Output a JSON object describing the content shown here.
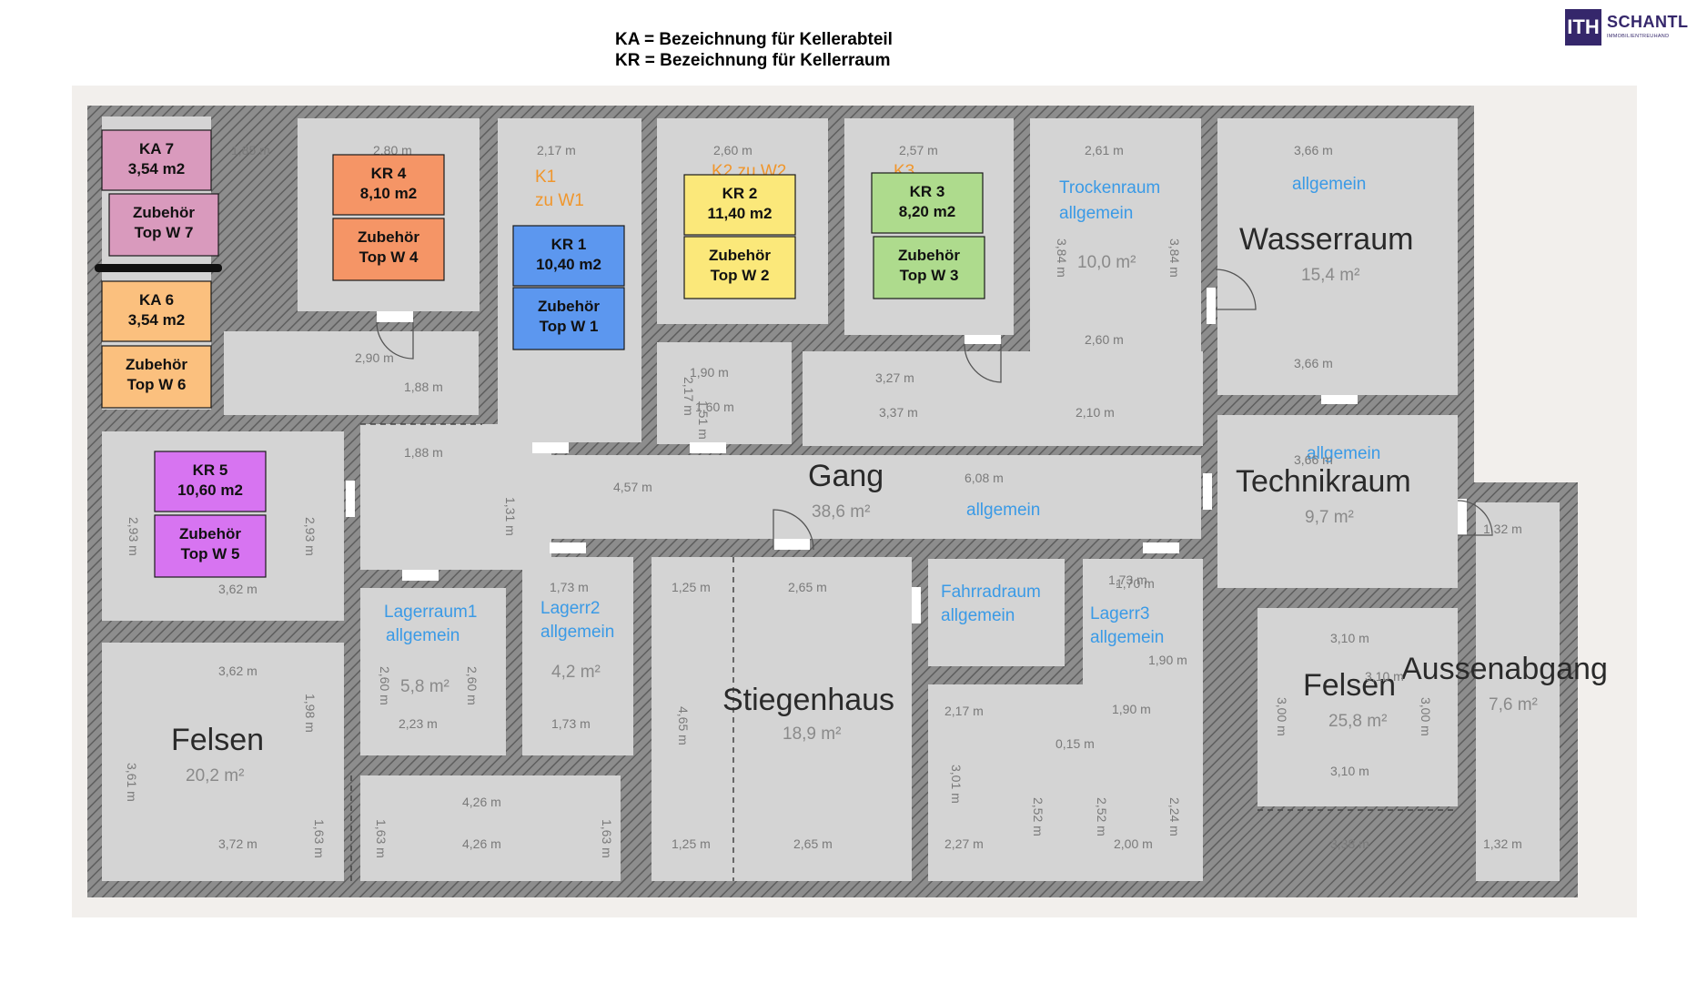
{
  "legend": {
    "line1": "KA =  Bezeichnung für Kellerabteil",
    "line2": "KR = Bezeichnung für Kellerraum"
  },
  "logo": {
    "mark": "ITH",
    "name": "SCHANTL",
    "sub": "IMMOBILIENTREUHAND"
  },
  "colors": {
    "pink": "#d99abd",
    "orange": "#f59566",
    "apricot": "#fbc07e",
    "blue": "#5c97ef",
    "yellow": "#fbe87a",
    "green": "#aedb8d",
    "violet": "#d774f1",
    "wall": "#7d7d7d",
    "floor": "#d4d4d4",
    "label_blue": "#3a9ae6",
    "label_orange": "#f0962c"
  },
  "tags": [
    {
      "id": "ka7",
      "top": "KA 7",
      "area": "3,54 m2",
      "zub1": "Zubehör",
      "zub2": "Top W 7",
      "color": "pink"
    },
    {
      "id": "ka6",
      "top": "KA 6",
      "area": "3,54 m2",
      "zub1": "Zubehör",
      "zub2": "Top W 6",
      "color": "apricot"
    },
    {
      "id": "kr4",
      "top": "KR 4",
      "area": "8,10 m2",
      "zub1": "Zubehör",
      "zub2": "Top W 4",
      "color": "orange"
    },
    {
      "id": "kr1",
      "top": "KR 1",
      "area": "10,40 m2",
      "zub1": "Zubehör",
      "zub2": "Top W 1",
      "color": "blue"
    },
    {
      "id": "kr2",
      "top": "KR 2",
      "area": "11,40 m2",
      "zub1": "Zubehör",
      "zub2": "Top W 2",
      "color": "yellow"
    },
    {
      "id": "kr3",
      "top": "KR 3",
      "area": "8,20 m2",
      "zub1": "Zubehör",
      "zub2": "Top W 3",
      "color": "green"
    },
    {
      "id": "kr5",
      "top": "KR 5",
      "area": "10,60 m2",
      "zub1": "Zubehör",
      "zub2": "Top W 5",
      "color": "violet"
    }
  ],
  "rooms": {
    "wasserraum": {
      "name": "Wasserraum",
      "area": "15,4 m²",
      "note": "allgemein"
    },
    "technikraum": {
      "name": "Technikraum",
      "area": "9,7 m²",
      "note": "allgemein"
    },
    "gang": {
      "name": "Gang",
      "area": "38,6 m²",
      "note": "allgemein"
    },
    "trockenraum": {
      "name": "Trockenraum",
      "area": "10,0 m²",
      "note": "allgemein"
    },
    "stiegenhaus": {
      "name": "Stiegenhaus",
      "area": "18,9 m²"
    },
    "felsen_left": {
      "name": "Felsen",
      "area": "20,2 m²"
    },
    "felsen_right": {
      "name": "Felsen",
      "area": "25,8 m²"
    },
    "aussenabgang": {
      "name": "Aussenabgang",
      "area": "7,6 m²"
    },
    "lagerraum1": {
      "name": "Lagerraum1",
      "area": "5,8 m²",
      "note": "allgemein"
    },
    "lagerr2": {
      "name": "Lagerr2",
      "area": "4,2 m²",
      "note": "allgemein"
    },
    "lagerr3": {
      "name": "Lagerr3",
      "note": "allgemein"
    },
    "fahrradraum": {
      "name": "Fahrradraum",
      "note": "allgemein"
    },
    "k1": {
      "line1": "K1",
      "line2": "zu W1"
    },
    "k2": {
      "line1": "K2 zu W2"
    },
    "k3": {
      "line1": "K3"
    }
  },
  "dimensions": [
    "1,85 m",
    "2,80 m",
    "2,17 m",
    "2,60 m",
    "2,57 m",
    "2,61 m",
    "3,66 m",
    "3,84 m",
    "3,84 m",
    "2,60 m",
    "3,66 m",
    "2,90 m",
    "1,88 m",
    "1,88 m",
    "3,27 m",
    "3,37 m",
    "2,17 m",
    "1,90 m",
    "1,60 m",
    "2,10 m",
    "4,57 m",
    "6,08 m",
    "2,93 m",
    "2,93 m",
    "3,62 m",
    "3,62 m",
    "1,73 m",
    "1,73 m",
    "1,73 m",
    "2,23 m",
    "2,60 m",
    "2,60 m",
    "2,65 m",
    "2,65 m",
    "1,25 m",
    "1,25 m",
    "2,17 m",
    "2,27 m",
    "3,01 m",
    "2,52 m",
    "2,52 m",
    "1,90 m",
    "2,00 m",
    "2,24 m",
    "3,10 m",
    "3,10 m",
    "3,00 m",
    "3,00 m",
    "3,38 m",
    "1,32 m",
    "1,32 m",
    "3,61 m",
    "3,72 m",
    "1,63 m",
    "1,63 m",
    "1,63 m",
    "4,26 m",
    "4,26 m",
    "1,98 m",
    "3,66 m",
    "1,31 m",
    "1,70 m",
    "0,15 m",
    "1,90 m",
    "4,65 m",
    "3,10 m",
    "1,51 m"
  ]
}
